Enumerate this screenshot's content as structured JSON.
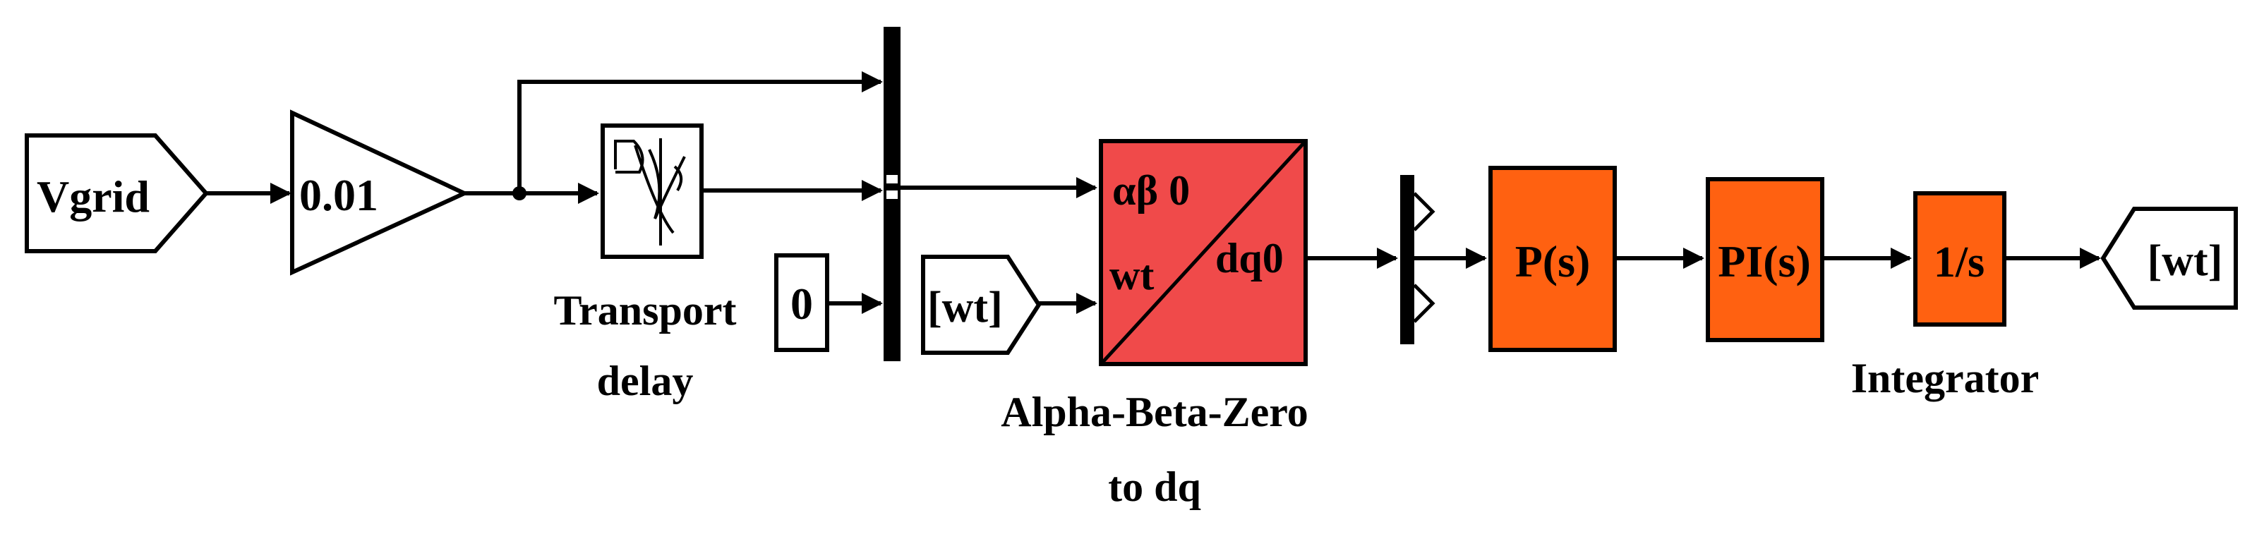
{
  "blocks": {
    "vgrid_from": {
      "label": "Vgrid"
    },
    "gain": {
      "label": "0.01"
    },
    "transport_delay": {
      "caption_line1": "Transport",
      "caption_line2": "delay"
    },
    "constant_zero": {
      "label": "0"
    },
    "wt_from": {
      "label": "[wt]"
    },
    "abc_to_dq": {
      "input_alpha_beta": "αβ 0",
      "input_wt": "wt",
      "output_dq0": "dq0",
      "caption_line1": "Alpha-Beta-Zero",
      "caption_line2": "to dq"
    },
    "p_block": {
      "label": "P(s)"
    },
    "pi_block": {
      "label": "PI(s)"
    },
    "integrator": {
      "label": "1/s",
      "caption": "Integrator"
    },
    "wt_goto": {
      "label": "[wt]"
    }
  },
  "colors": {
    "abc_dq_fill": "#f04a4a",
    "orange_fill": "#ff6111",
    "line": "#000000",
    "background": "#ffffff"
  }
}
